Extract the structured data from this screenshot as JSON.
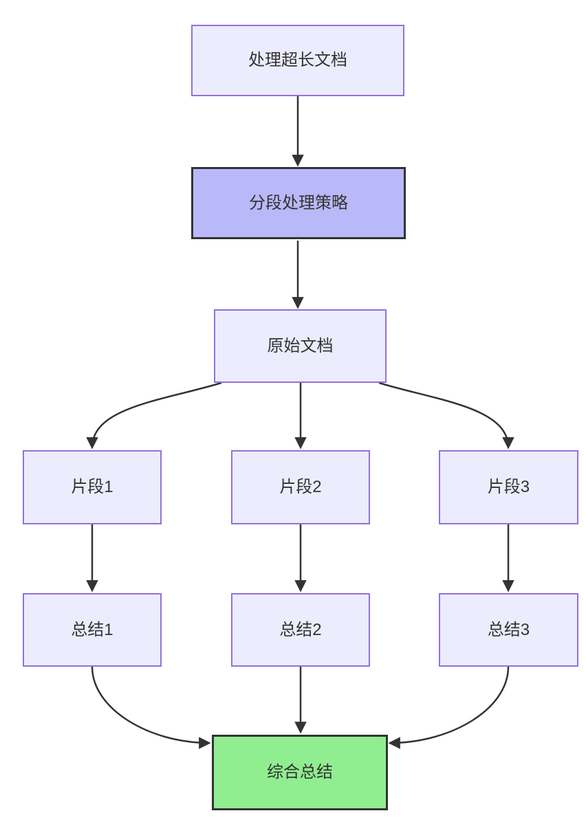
{
  "diagram": {
    "type": "flowchart",
    "direction": "top-down",
    "nodes": {
      "task": {
        "label": "处理超长文档",
        "style": "default"
      },
      "strategy": {
        "label": "分段处理策略",
        "style": "emphasis"
      },
      "source": {
        "label": "原始文档",
        "style": "default"
      },
      "frag1": {
        "label": "片段1",
        "style": "default"
      },
      "frag2": {
        "label": "片段2",
        "style": "default"
      },
      "frag3": {
        "label": "片段3",
        "style": "default"
      },
      "sum1": {
        "label": "总结1",
        "style": "default"
      },
      "sum2": {
        "label": "总结2",
        "style": "default"
      },
      "sum3": {
        "label": "总结3",
        "style": "default"
      },
      "final": {
        "label": "综合总结",
        "style": "success"
      }
    },
    "edges": [
      {
        "from": "task",
        "to": "strategy"
      },
      {
        "from": "strategy",
        "to": "source"
      },
      {
        "from": "source",
        "to": "frag1"
      },
      {
        "from": "source",
        "to": "frag2"
      },
      {
        "from": "source",
        "to": "frag3"
      },
      {
        "from": "frag1",
        "to": "sum1"
      },
      {
        "from": "frag2",
        "to": "sum2"
      },
      {
        "from": "frag3",
        "to": "sum3"
      },
      {
        "from": "sum1",
        "to": "final"
      },
      {
        "from": "sum2",
        "to": "final"
      },
      {
        "from": "sum3",
        "to": "final"
      }
    ],
    "colors": {
      "node_fill": "#ECECFF",
      "node_border": "#9370DB",
      "emphasis_fill": "#B9B9F9",
      "emphasis_border": "#333333",
      "success_fill": "#90EE90",
      "success_border": "#333333",
      "edge": "#333333",
      "text": "#333333",
      "background": "#ffffff"
    }
  }
}
